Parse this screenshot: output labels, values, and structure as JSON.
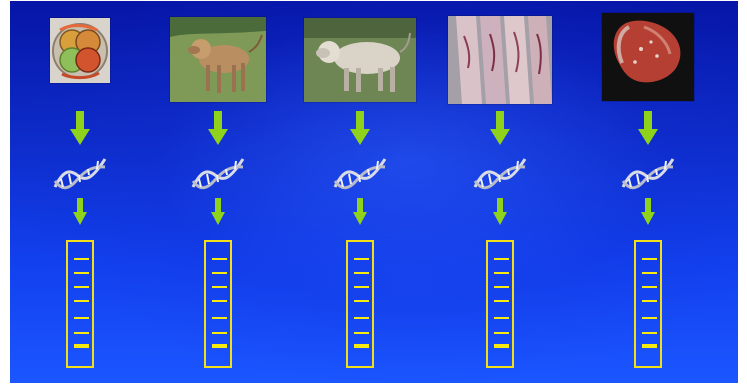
{
  "slide": {
    "background_top": "#0615a6",
    "background_bottom": "#1b56ff",
    "arrow_color": "#8fd21c",
    "dna_color": "#d9dce6",
    "gel_outline_color": "#f3df17",
    "band_color": "#f6ea10"
  },
  "columns": [
    {
      "photo": "embryo-photo-icon",
      "arrow_icon": "down-arrow-icon",
      "dna_icon": "dna-helix-icon",
      "gel_icon": "gel-lane-icon",
      "bands_count": 7
    },
    {
      "photo": "calf-photo-icon",
      "arrow_icon": "down-arrow-icon",
      "dna_icon": "dna-helix-icon",
      "gel_icon": "gel-lane-icon",
      "bands_count": 7
    },
    {
      "photo": "cow-photo-icon",
      "arrow_icon": "down-arrow-icon",
      "dna_icon": "dna-helix-icon",
      "gel_icon": "gel-lane-icon",
      "bands_count": 7
    },
    {
      "photo": "carcass-photo-icon",
      "arrow_icon": "down-arrow-icon",
      "dna_icon": "dna-helix-icon",
      "gel_icon": "gel-lane-icon",
      "bands_count": 7
    },
    {
      "photo": "steak-photo-icon",
      "arrow_icon": "down-arrow-icon",
      "dna_icon": "dna-helix-icon",
      "gel_icon": "gel-lane-icon",
      "bands_count": 7
    }
  ]
}
